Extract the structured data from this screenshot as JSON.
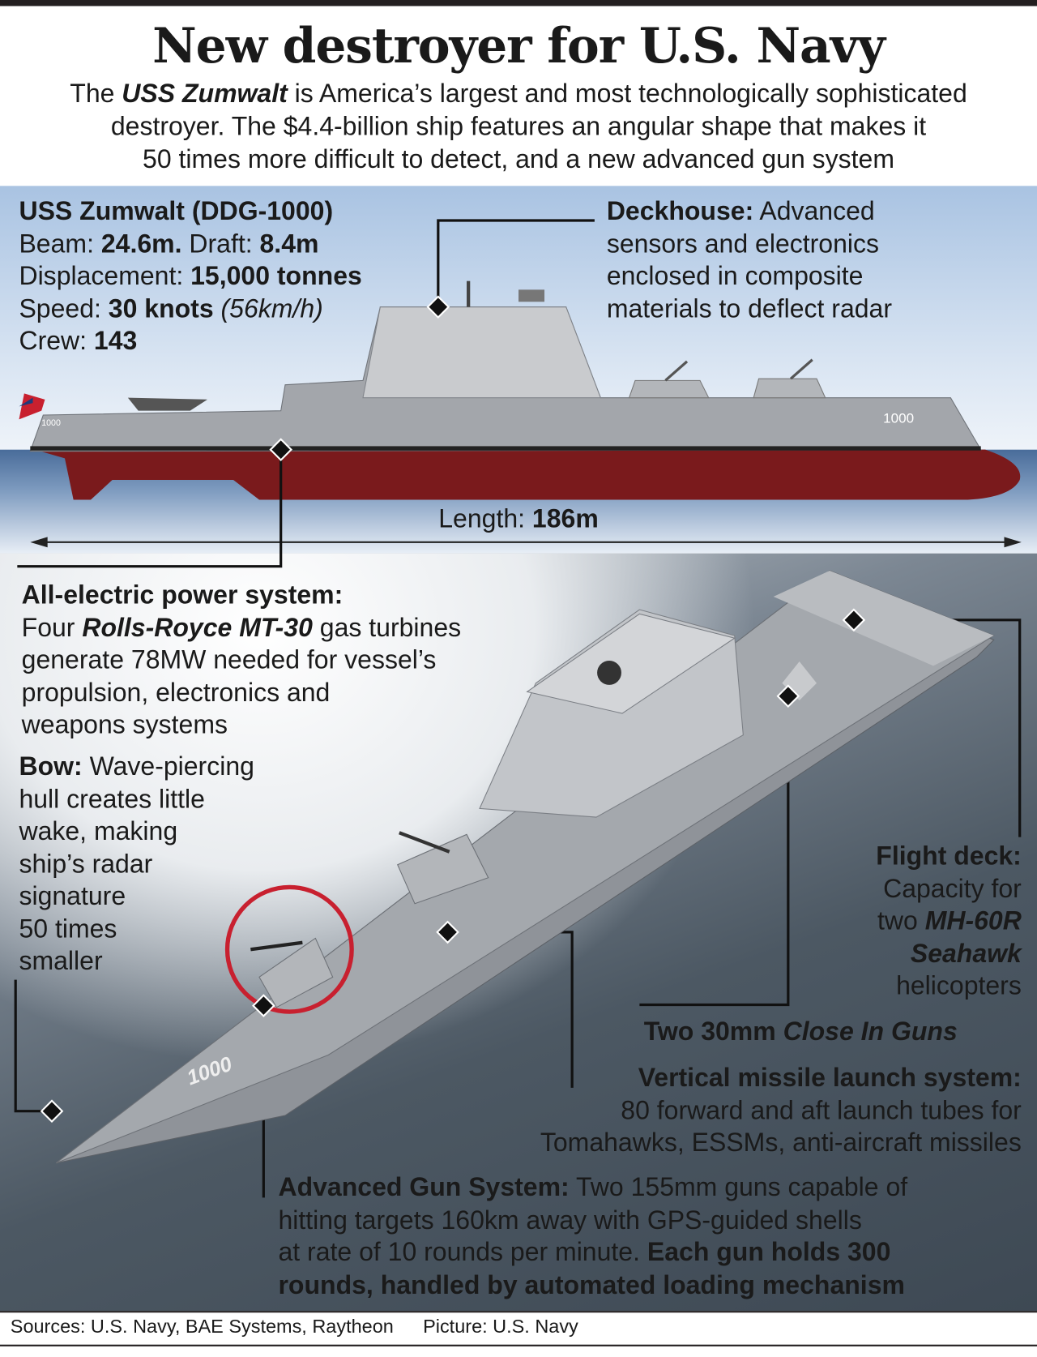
{
  "title": "New destroyer for U.S. Navy",
  "subtitle": {
    "a": "The ",
    "ship": "USS Zumwalt",
    "b": " is America’s largest and most technologically sophisticated",
    "line2": "destroyer. The $4.4-billion ship features an angular shape that makes it",
    "line3": "50 times more difficult to detect, and a new advanced gun system"
  },
  "specs": {
    "name": "USS Zumwalt (DDG-1000)",
    "beam_label": "Beam: ",
    "beam": "24.6m.",
    "draft_label": " Draft: ",
    "draft": "8.4m",
    "disp_label": "Displacement: ",
    "disp": "15,000 tonnes",
    "speed_label": "Speed: ",
    "speed": "30 knots",
    "speed_kmh": " (56km/h)",
    "crew_label": "Crew: ",
    "crew": "143"
  },
  "deckhouse": {
    "head": "Deckhouse:",
    "l1": " Advanced",
    "l2": "sensors and electronics",
    "l3": "enclosed in composite",
    "l4": "materials to deflect radar"
  },
  "hull_number": "1000",
  "length": {
    "label": "Length: ",
    "value": "186m"
  },
  "power": {
    "head": "All-electric power system:",
    "l1a": "Four ",
    "l1b": "Rolls-Royce MT-30",
    "l1c": " gas turbines",
    "l2": "generate 78MW needed for vessel’s",
    "l3": "propulsion, electronics and",
    "l4": "weapons systems"
  },
  "bow": {
    "head": "Bow:",
    "l1": " Wave-piercing",
    "l2": "hull creates little",
    "l3": "wake, making",
    "l4": "ship’s radar",
    "l5": "signature",
    "l6": "50 times",
    "l7": "smaller"
  },
  "flight": {
    "head": "Flight deck:",
    "l1": "Capacity for",
    "l2a": "two ",
    "l2b": "MH-60R",
    "l3": "Seahawk",
    "l4": "helicopters"
  },
  "ciws": {
    "a": "Two 30mm ",
    "b": "Close In Guns"
  },
  "vls": {
    "head": "Vertical missile launch system:",
    "l1": "80 forward and aft launch tubes for",
    "l2": "Tomahawks, ESSMs, anti-aircraft missiles"
  },
  "ags": {
    "head": "Advanced Gun System:",
    "l1": " Two 155mm guns capable of",
    "l2": "hitting targets 160km away with GPS-guided shells",
    "l3a": "at rate of 10 rounds per minute. ",
    "l3b": "Each gun holds 300",
    "l4": "rounds, handled by automated loading mechanism"
  },
  "footer": {
    "sources": "Sources: U.S. Navy, BAE Systems, Raytheon",
    "picture": "Picture: U.S. Navy"
  },
  "colors": {
    "hull_red": "#7a1a1c",
    "ship_gray": "#9a9da3",
    "highlight_circle": "#c8202f"
  }
}
